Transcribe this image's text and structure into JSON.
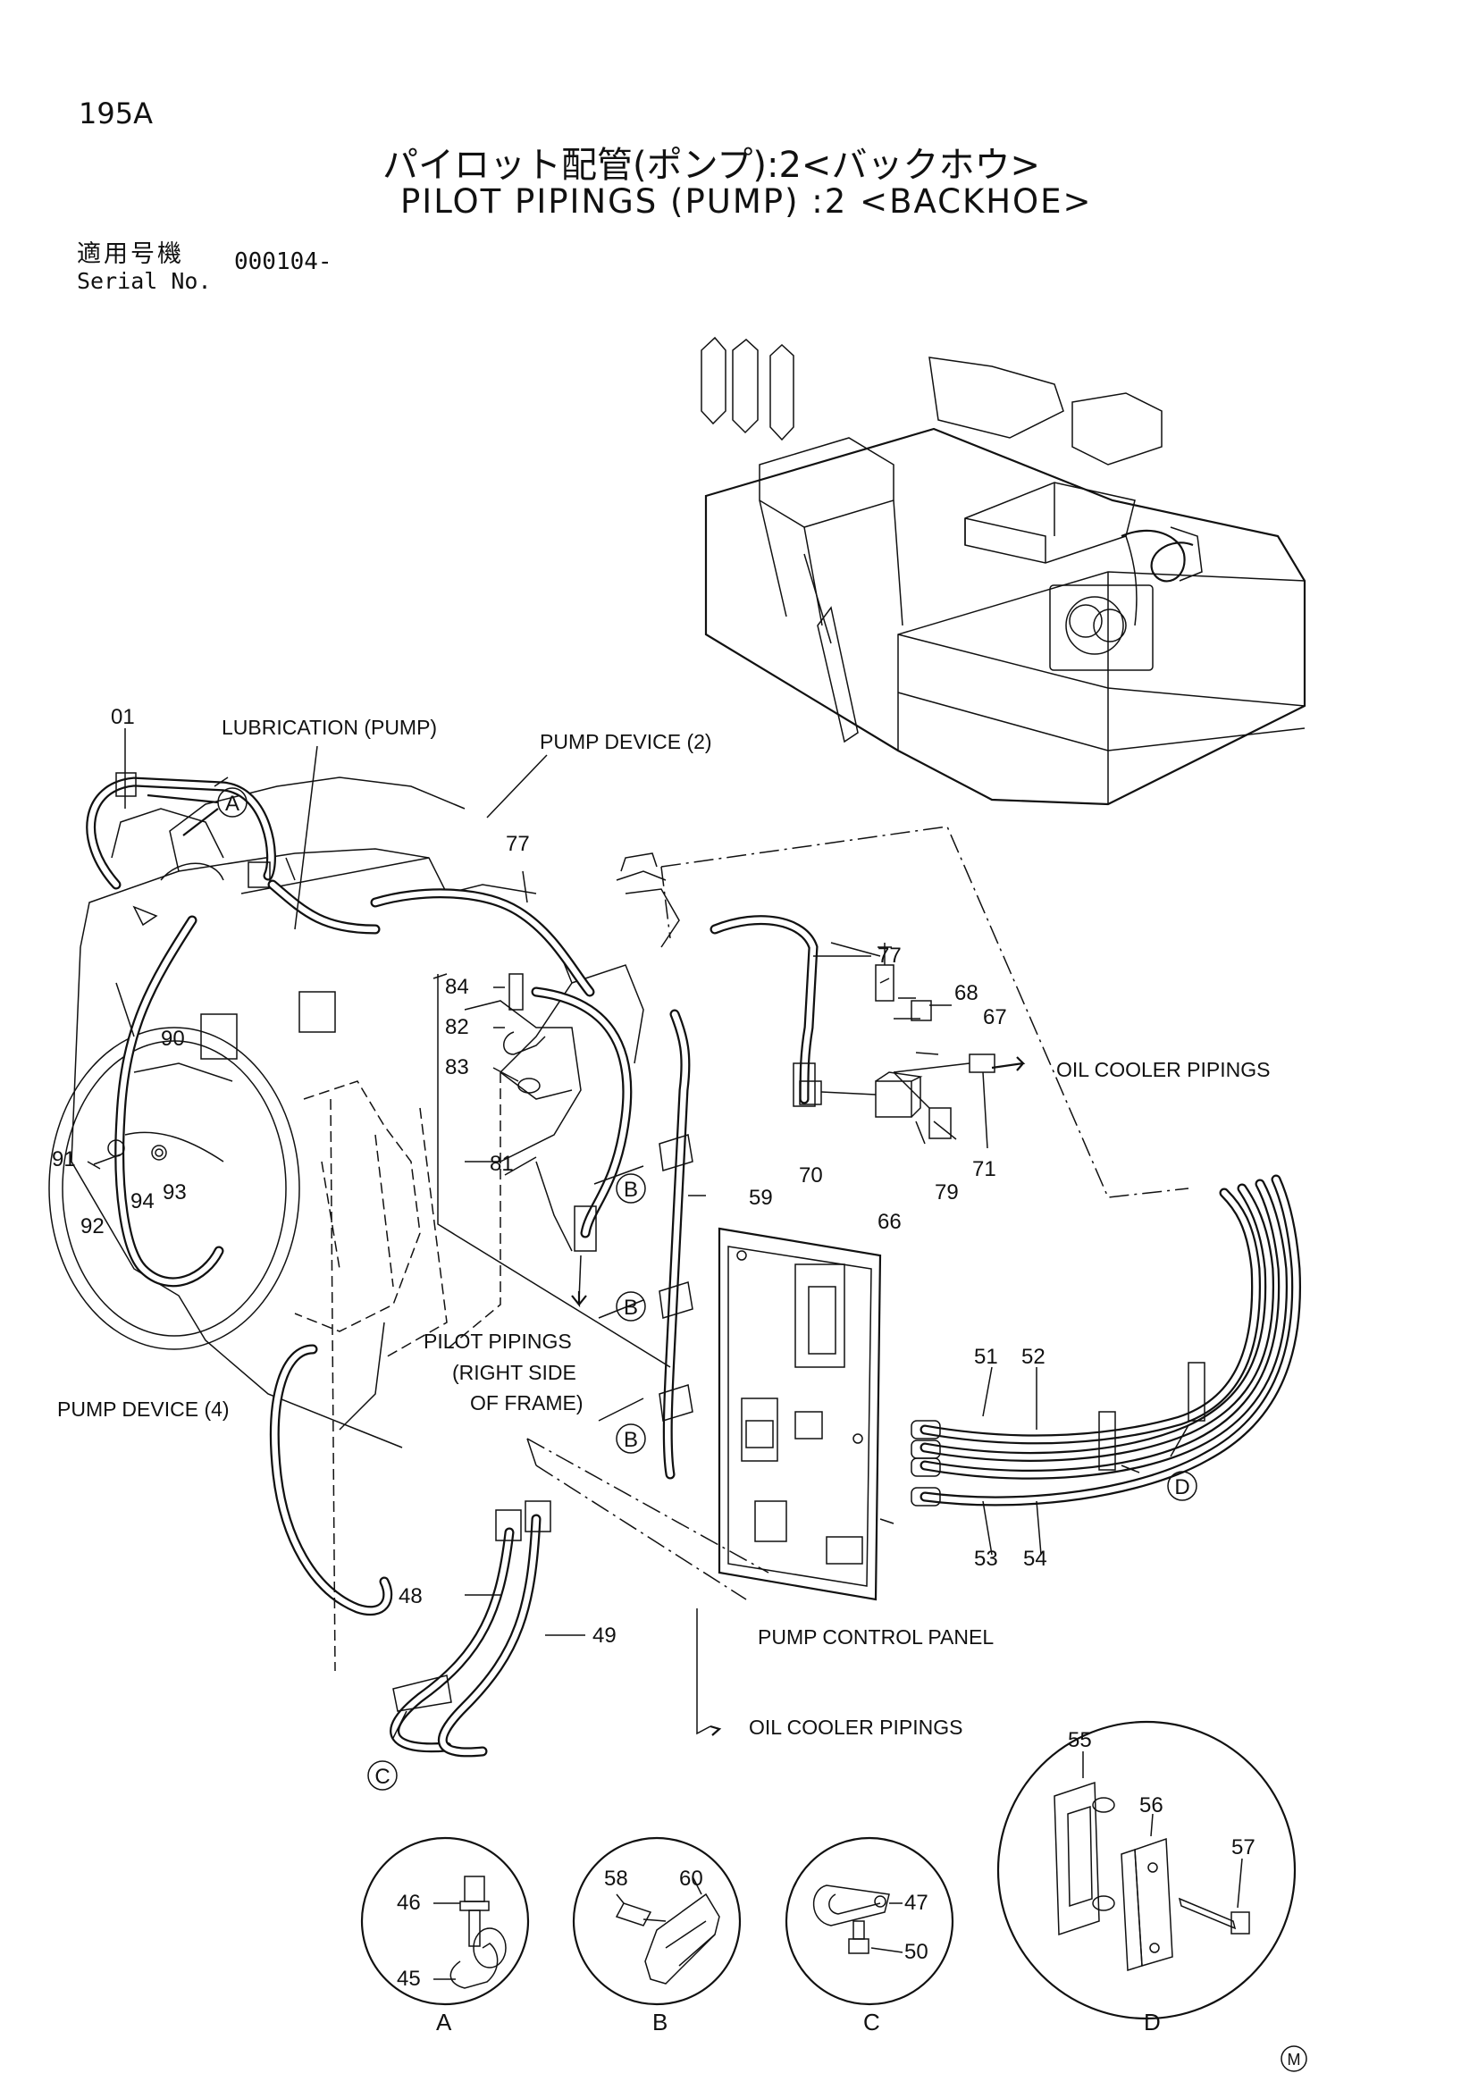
{
  "header": {
    "page_number": "195A",
    "title_jp": "パイロット配管(ポンプ):2<バックホウ>",
    "title_en": "PILOT PIPINGS (PUMP) :2 <BACKHOE>",
    "serial_label_jp": "適用号機",
    "serial_label_en": "Serial No.",
    "serial_value": "000104-"
  },
  "labels": {
    "lubrication": "LUBRICATION (PUMP)",
    "pump_device_2": "PUMP DEVICE (2)",
    "pump_device_4": "PUMP DEVICE (4)",
    "oil_cooler_1": "OIL COOLER PIPINGS",
    "oil_cooler_2": "OIL COOLER PIPINGS",
    "pilot_right_1": "PILOT PIPINGS",
    "pilot_right_2": "(RIGHT SIDE",
    "pilot_right_3": "OF FRAME)",
    "pump_control_panel": "PUMP CONTROL PANEL",
    "mark": "M"
  },
  "callouts": {
    "A": "A",
    "B": "B",
    "C": "C",
    "D": "D"
  },
  "part_numbers": {
    "p01": "01",
    "p77a": "77",
    "p77b": "77",
    "p84": "84",
    "p82": "82",
    "p83": "83",
    "p81": "81",
    "p68": "68",
    "p67": "67",
    "p70": "70",
    "p79": "79",
    "p71": "71",
    "p66": "66",
    "p59": "59",
    "p90": "90",
    "p91": "91",
    "p92": "92",
    "p93": "93",
    "p94": "94",
    "p51": "51",
    "p52": "52",
    "p53": "53",
    "p54": "54",
    "p48": "48",
    "p49": "49",
    "p46": "46",
    "p45": "45",
    "p58": "58",
    "p60": "60",
    "p47": "47",
    "p50": "50",
    "p55": "55",
    "p56": "56",
    "p57": "57"
  },
  "details": {
    "A": "A",
    "B": "B",
    "C": "C",
    "D": "D"
  }
}
